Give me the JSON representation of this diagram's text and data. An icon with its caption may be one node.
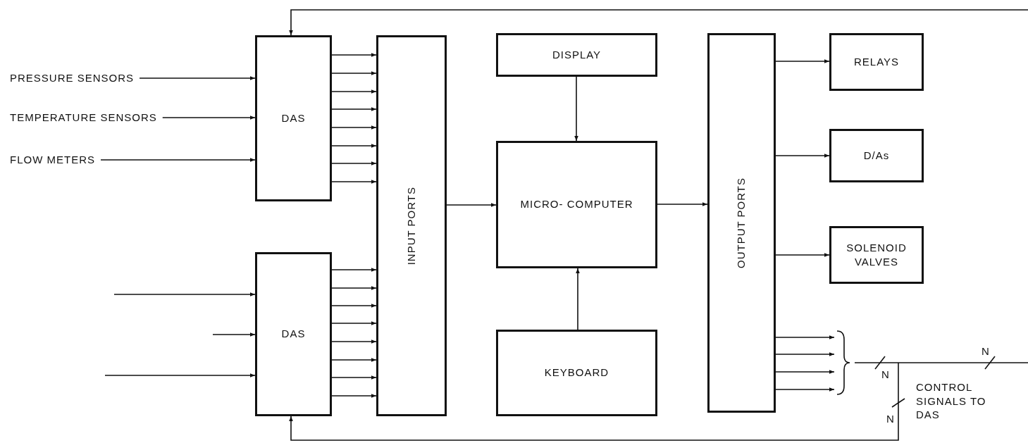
{
  "diagram": {
    "nodes": [
      {
        "text": [
          "PRESSURE SENSORS"
        ]
      },
      {
        "text": [
          "TEMPERATURE SENSORS"
        ]
      },
      {
        "text": [
          "FLOW METERS"
        ]
      },
      {
        "text": [
          "DAS"
        ]
      },
      {
        "text": [
          "INPUT PORTS"
        ]
      },
      {
        "text": [
          "DISPLAY"
        ]
      },
      {
        "text": [
          "MICRO- COMPUTER"
        ]
      },
      {
        "text": [
          "OUTPUT PORTS"
        ]
      },
      {
        "text": [
          "RELAYS"
        ]
      },
      {
        "text": [
          "D/As"
        ]
      },
      {
        "text": [
          "SOLENOID VALVES"
        ]
      },
      {
        "text": [
          "DAS"
        ]
      },
      {
        "text": [
          "KEYBOARD"
        ]
      },
      {
        "text": [],
        "shape": "bracket"
      }
    ],
    "edges": [
      {
        "from": 0,
        "to": 3,
        "arrow": "to"
      },
      {
        "from": 1,
        "to": 3,
        "arrow": "to"
      },
      {
        "from": 2,
        "to": 3,
        "arrow": "to"
      },
      {
        "from": 3,
        "to": 4,
        "arrow": "to"
      },
      {
        "from": 3,
        "to": 4,
        "arrow": "to"
      },
      {
        "from": 3,
        "to": 4,
        "arrow": "to"
      },
      {
        "from": 3,
        "to": 4,
        "arrow": "to"
      },
      {
        "from": 3,
        "to": 4,
        "arrow": "to"
      },
      {
        "from": 3,
        "to": 4,
        "arrow": "to"
      },
      {
        "from": 3,
        "to": 4,
        "arrow": "to"
      },
      {
        "from": 3,
        "to": 4,
        "arrow": "to"
      },
      {
        "from": null,
        "to": 11,
        "arrow": "to"
      },
      {
        "from": null,
        "to": 11,
        "arrow": "to"
      },
      {
        "from": null,
        "to": 11,
        "arrow": "to"
      },
      {
        "from": 11,
        "to": 4,
        "arrow": "to"
      },
      {
        "from": 11,
        "to": 4,
        "arrow": "to"
      },
      {
        "from": 11,
        "to": 4,
        "arrow": "to"
      },
      {
        "from": 11,
        "to": 4,
        "arrow": "to"
      },
      {
        "from": 11,
        "to": 4,
        "arrow": "to"
      },
      {
        "from": 11,
        "to": 4,
        "arrow": "to"
      },
      {
        "from": 11,
        "to": 4,
        "arrow": "to"
      },
      {
        "from": 11,
        "to": 4,
        "arrow": "to"
      },
      {
        "from": 4,
        "to": 6,
        "arrow": "to"
      },
      {
        "from": 5,
        "to": 6,
        "arrow": "to"
      },
      {
        "from": 12,
        "to": 6,
        "arrow": "to"
      },
      {
        "from": 6,
        "to": 7,
        "arrow": "to"
      },
      {
        "from": 7,
        "to": 8,
        "arrow": "to"
      },
      {
        "from": 7,
        "to": 9,
        "arrow": "to"
      },
      {
        "from": 7,
        "to": 10,
        "arrow": "to"
      },
      {
        "from": 7,
        "to": 13,
        "arrow": "to"
      },
      {
        "from": 7,
        "to": 13,
        "arrow": "to"
      },
      {
        "from": 7,
        "to": 13,
        "arrow": "to"
      },
      {
        "from": 7,
        "to": 13,
        "arrow": "to"
      },
      {
        "from": null,
        "to": 3,
        "arrow": "to"
      },
      {
        "from": null,
        "to": 11,
        "arrow": "to"
      }
    ],
    "labels": [
      "N",
      "N",
      "CONTROL SIGNALS TO DAS",
      "N"
    ]
  }
}
